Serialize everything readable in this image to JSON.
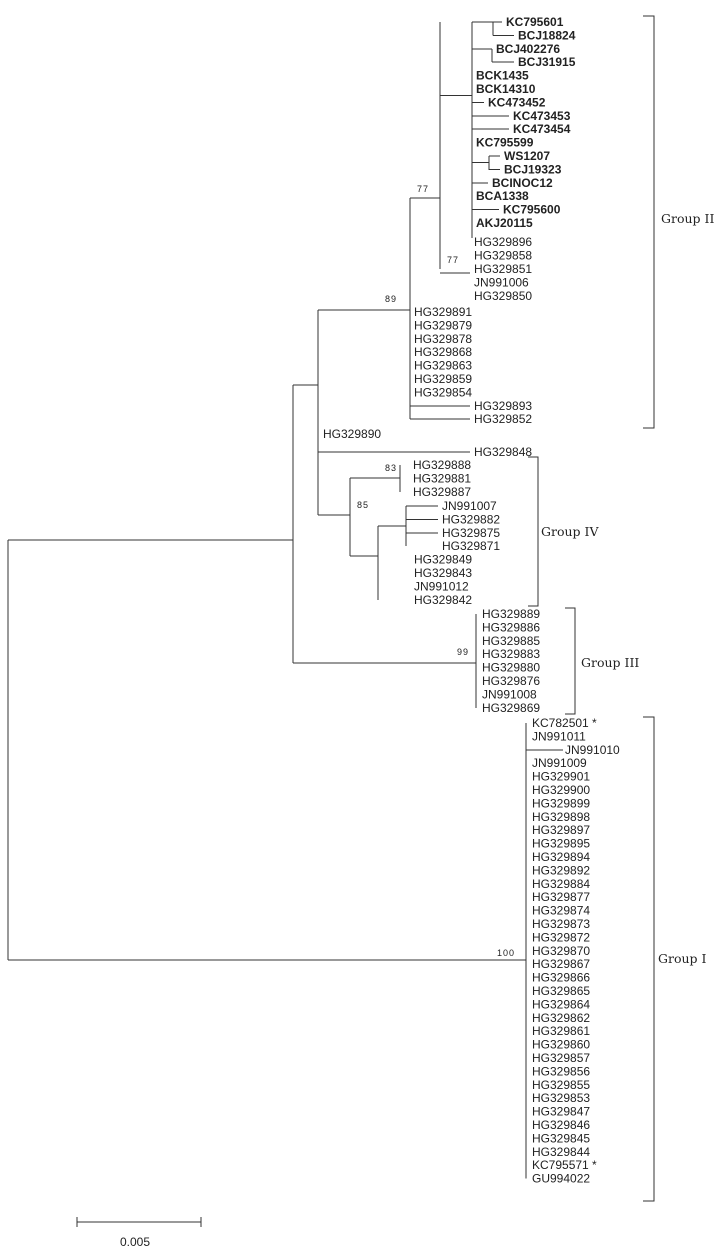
{
  "tree": {
    "internal_labels": {
      "HG329890": "HG329890"
    },
    "bootstrap": {
      "group2_77_top": "77",
      "group2_77_inner": "77",
      "group2_89": "89",
      "group4_83": "83",
      "group4_85": "85",
      "group3_99": "99",
      "group1_100": "100"
    },
    "groups": {
      "group_ii": "Group II",
      "group_iv": "Group IV",
      "group_iii": "Group III",
      "group_i": "Group I"
    },
    "scale_bar": {
      "label": "0.005"
    },
    "leaves": {
      "g2_bold": [
        "KC795601",
        "BCJ18824",
        "BCJ402276",
        "BCJ31915",
        "BCK1435",
        "BCK14310",
        "KC473452",
        "KC473453",
        "KC473454",
        "KC795599",
        "WS1207",
        "BCJ19323",
        "BCINOC12",
        "BCA1338",
        "KC795600",
        "AKJ20115"
      ],
      "g2_inner": [
        "HG329896",
        "HG329858",
        "HG329851",
        "JN991006",
        "HG329850"
      ],
      "g2_outer": [
        "HG329891",
        "HG329879",
        "HG329878",
        "HG329868",
        "HG329863",
        "HG329859",
        "HG329854",
        "HG329893",
        "HG329852"
      ],
      "g_hg329848": [
        "HG329848"
      ],
      "g4_a": [
        "HG329888",
        "HG329881",
        "HG329887"
      ],
      "g4_b": [
        "JN991007",
        "HG329882",
        "HG329875",
        "HG329871",
        "HG329849",
        "HG329843",
        "JN991012",
        "HG329842"
      ],
      "g3": [
        "HG329889",
        "HG329886",
        "HG329885",
        "HG329883",
        "HG329880",
        "HG329876",
        "JN991008",
        "HG329869"
      ],
      "g1": [
        "KC782501 *",
        "JN991011",
        "JN991010",
        "JN991009",
        "HG329901",
        "HG329900",
        "HG329899",
        "HG329898",
        "HG329897",
        "HG329895",
        "HG329894",
        "HG329892",
        "HG329884",
        "HG329877",
        "HG329874",
        "HG329873",
        "HG329872",
        "HG329870",
        "HG329867",
        "HG329866",
        "HG329865",
        "HG329864",
        "HG329862",
        "HG329861",
        "HG329860",
        "HG329857",
        "HG329856",
        "HG329855",
        "HG329853",
        "HG329847",
        "HG329846",
        "HG329845",
        "HG329844",
        "KC795571 *",
        "GU994022"
      ]
    }
  }
}
